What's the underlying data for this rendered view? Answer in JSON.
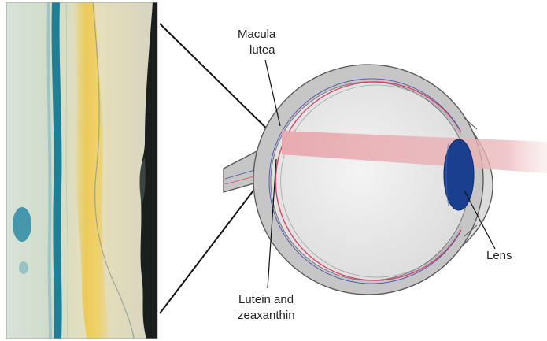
{
  "labels": {
    "macula_line1": "Macula",
    "macula_line2": "lutea",
    "lutein_line1": "Lutein and",
    "lutein_line2": "zeaxanthin",
    "lens": "Lens"
  },
  "colors": {
    "tissue_background": "#d4dac8",
    "blue_stain": "#1f7f96",
    "yellow_pigment": "#ecc64a",
    "dark_edge": "#1a1e1c",
    "eye_outline": "#555555",
    "eye_sclera": "#c6c6c6",
    "eye_interior": "#ebebeb",
    "retina_red": "#d3466a",
    "retina_blue": "#4a4fae",
    "light_beam": "#e8a8ae",
    "lens_fill": "#1b3f8f",
    "leader_line": "#111111"
  }
}
